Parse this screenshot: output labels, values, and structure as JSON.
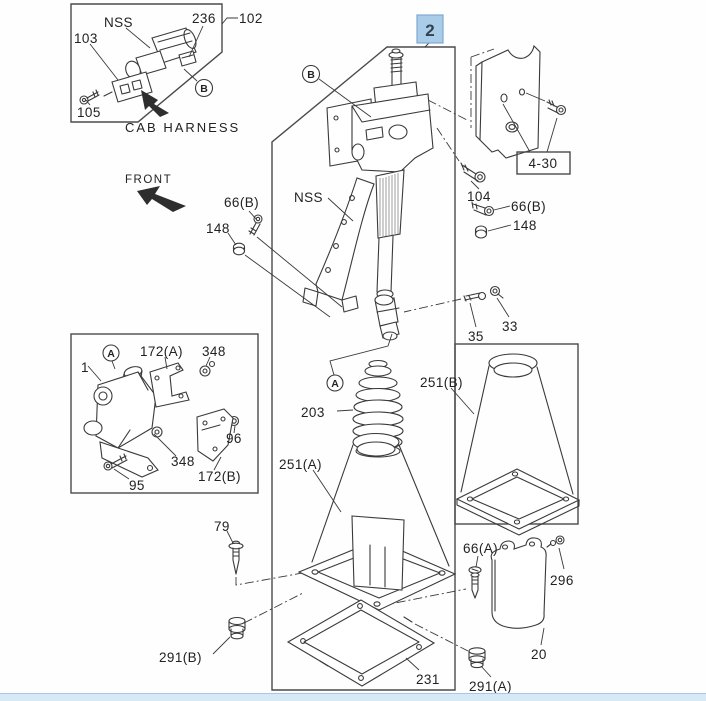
{
  "diagram": {
    "selected_callout": "2",
    "colors": {
      "highlight_fill": "#a9cce9",
      "highlight_border": "#7fa9cf",
      "line": "#3a3a3a",
      "bottom_bar_fill": "#d7e8f7",
      "bottom_bar_border": "#a9c7e5"
    },
    "cab_harness_box": {
      "nss": "NSS",
      "ref_103": "103",
      "ref_236": "236",
      "ref_102": "102",
      "ref_105": "105",
      "caption": "CAB HARNESS",
      "view": "B"
    },
    "front_label": "FRONT",
    "column": {
      "nss": "NSS",
      "view_b": "B",
      "view_a": "A",
      "ref_66b_left": "66(B)",
      "ref_148_left": "148",
      "ref_104": "104",
      "ref_66b_right": "66(B)",
      "ref_148_right": "148",
      "ref_35": "35",
      "ref_33": "33",
      "ref_430": "4-30"
    },
    "lower_left_box": {
      "ref_1": "1",
      "view": "A",
      "ref_172a": "172(A)",
      "ref_348a": "348",
      "ref_96": "96",
      "ref_348b": "348",
      "ref_95": "95",
      "ref_172b": "172(B)"
    },
    "shifter": {
      "ref_203": "203",
      "ref_251a": "251(A)",
      "ref_251b": "251(B)",
      "ref_79": "79",
      "ref_291b": "291(B)",
      "ref_231": "231",
      "ref_66a": "66(A)",
      "ref_296": "296",
      "ref_20": "20",
      "ref_291a": "291(A)"
    }
  }
}
